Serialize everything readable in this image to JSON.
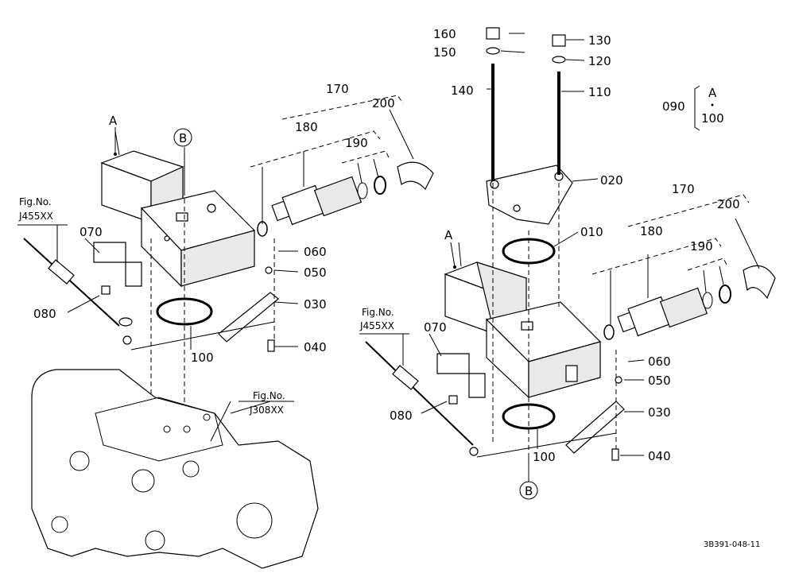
{
  "callouts": {
    "n010": "010",
    "n020": "020",
    "n030": "030",
    "n030b": "030",
    "n040": "040",
    "n040b": "040",
    "n050": "050",
    "n050b": "050",
    "n060": "060",
    "n060b": "060",
    "n070": "070",
    "n070b": "070",
    "n080": "080",
    "n080b": "080",
    "n090": "090",
    "n100": "100",
    "n100b": "100",
    "n100c": "100",
    "n110": "110",
    "n120": "120",
    "n130": "130",
    "n140": "140",
    "n150": "150",
    "n160": "160",
    "n170": "170",
    "n170b": "170",
    "n180": "180",
    "n180b": "180",
    "n190": "190",
    "n190b": "190",
    "n200": "200",
    "n200b": "200"
  },
  "markers": {
    "a_left": "A",
    "a_right": "A",
    "a_legend": "A",
    "b_left": "B",
    "b_right": "B"
  },
  "fig_refs": {
    "left_caption": "Fig.No.",
    "left_code": "J455XX",
    "right_caption": "Fig.No.",
    "right_code": "J455XX",
    "housing_caption": "Fig.No.",
    "housing_code": "J308XX"
  },
  "drawing_id": "3B391-048-11"
}
